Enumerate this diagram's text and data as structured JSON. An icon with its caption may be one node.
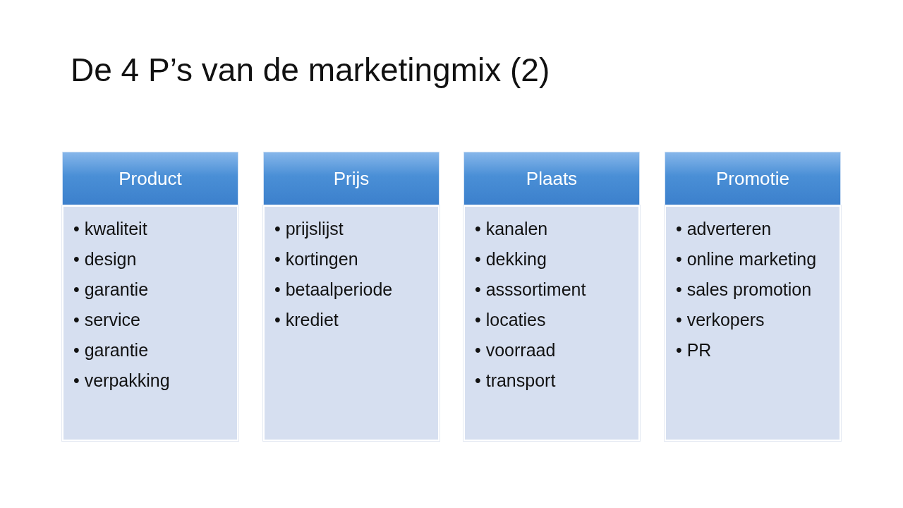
{
  "diagram": {
    "title": "De 4 P’s van de marketingmix (2)",
    "nodes": [
      {
        "text": [
          "Product"
        ]
      },
      {
        "text": [
          "• kwaliteit",
          "• design",
          "• garantie",
          "• service",
          "• garantie",
          "• verpakking"
        ]
      },
      {
        "text": [
          "Prijs"
        ]
      },
      {
        "text": [
          "• prijslijst",
          "• kortingen",
          "• betaalperiode",
          "• krediet"
        ]
      },
      {
        "text": [
          "Plaats"
        ]
      },
      {
        "text": [
          "• kanalen",
          "• dekking",
          "• asssortiment",
          "• locaties",
          "• voorraad",
          "• transport"
        ]
      },
      {
        "text": [
          "Promotie"
        ]
      },
      {
        "text": [
          "• adverteren",
          "• online marketing",
          "• sales promotion",
          "• verkopers",
          "• PR"
        ]
      }
    ]
  }
}
